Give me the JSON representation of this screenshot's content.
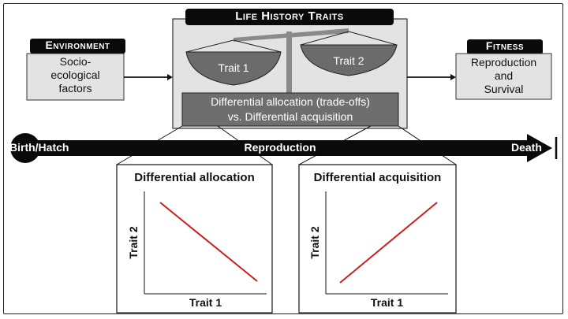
{
  "life_history": {
    "title": "Life History Traits"
  },
  "balance": {
    "trait1": "Trait 1",
    "trait2": "Trait 2"
  },
  "tradeoff_box": {
    "line1": "Differential allocation (trade-offs)",
    "line2": "vs. Differential acquisition"
  },
  "environment": {
    "title": "Environment",
    "line1": "Socio-",
    "line2": "ecological",
    "line3": "factors"
  },
  "fitness": {
    "title": "Fitness",
    "line1": "Reproduction",
    "line2": "and",
    "line3": "Survival"
  },
  "timeline": {
    "start": "Birth/Hatch",
    "middle": "Reproduction",
    "end": "Death"
  },
  "panels": [
    {
      "title": "Differential allocation",
      "xlabel": "Trait 1",
      "ylabel": "Trait 2",
      "trend": "negative"
    },
    {
      "title": "Differential acquisition",
      "xlabel": "Trait 1",
      "ylabel": "Trait 2",
      "trend": "positive"
    }
  ],
  "colors": {
    "line": "#cc1f1f",
    "dark": "#0a0a0a",
    "box_fill": "#e6e6e6",
    "pan_fill": "#6b6b6b",
    "tradeoff_fill": "#6e6e6e"
  }
}
